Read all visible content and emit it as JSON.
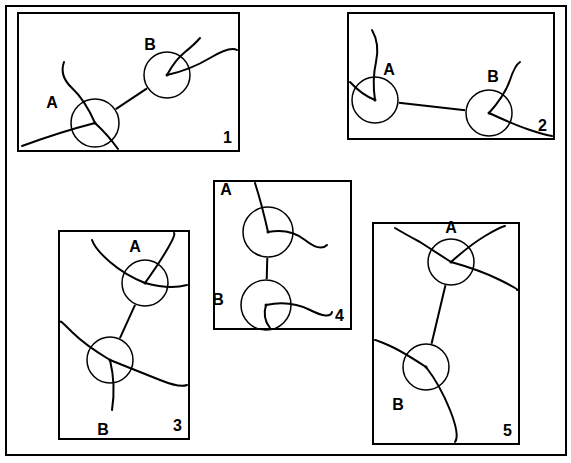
{
  "diagram": {
    "nodes": [
      {
        "text": [
          "1"
        ]
      },
      {
        "text": [
          "A"
        ],
        "in": 0
      },
      {
        "text": [
          "B"
        ],
        "in": 0
      },
      {
        "text": [
          "2"
        ]
      },
      {
        "text": [
          "A"
        ],
        "in": 3
      },
      {
        "text": [
          "B"
        ],
        "in": 3
      },
      {
        "text": [
          "3"
        ]
      },
      {
        "text": [
          "A"
        ],
        "in": 6
      },
      {
        "text": [
          "B"
        ],
        "in": 6
      },
      {
        "text": [
          "4"
        ]
      },
      {
        "text": [
          "A"
        ],
        "in": 9
      },
      {
        "text": [
          "B"
        ],
        "in": 9
      },
      {
        "text": [
          "5"
        ]
      },
      {
        "text": [
          "A"
        ],
        "in": 12
      },
      {
        "text": [
          "B"
        ],
        "in": 12
      }
    ],
    "edges": [
      {
        "from": 1,
        "to": 2,
        "arrow": "none"
      },
      {
        "from": 4,
        "to": 5,
        "arrow": "none"
      },
      {
        "from": 7,
        "to": 8,
        "arrow": "none"
      },
      {
        "from": 10,
        "to": 11,
        "arrow": "none"
      },
      {
        "from": 13,
        "to": 14,
        "arrow": "none"
      }
    ]
  }
}
